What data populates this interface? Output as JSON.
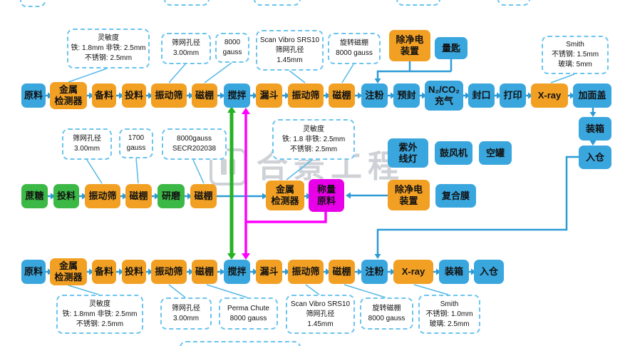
{
  "watermark": {
    "text": "合景工程"
  },
  "colors": {
    "orange": "#f2a024",
    "blue": "#3aa6de",
    "green": "#3cb846",
    "magenta": "#e800e8",
    "line_blue": "#2e9bd6",
    "line_green": "#25b325",
    "line_magenta": "#ff00ff",
    "callout_border": "#6cc4ee"
  },
  "flow": {
    "top": [
      {
        "label": "原料"
      },
      {
        "label": "金属\n检测器"
      },
      {
        "label": "备料"
      },
      {
        "label": "投料"
      },
      {
        "label": "振动筛"
      },
      {
        "label": "磁棚"
      },
      {
        "label": "搅拌"
      },
      {
        "label": "漏斗"
      },
      {
        "label": "振动筛"
      },
      {
        "label": "磁棚"
      },
      {
        "label": "注粉"
      },
      {
        "label": "预封"
      },
      {
        "label": "N₂/CO₂\n充气"
      },
      {
        "label": "封口"
      },
      {
        "label": "打印"
      },
      {
        "label": "X-ray"
      },
      {
        "label": "加面盖"
      }
    ],
    "top_right": [
      {
        "label": "装箱"
      },
      {
        "label": "入仓"
      }
    ],
    "top_aux": [
      {
        "label": "除净电\n装置"
      },
      {
        "label": "量匙"
      }
    ],
    "middle": [
      {
        "label": "蔗糖"
      },
      {
        "label": "投料"
      },
      {
        "label": "振动筛"
      },
      {
        "label": "磁棚"
      },
      {
        "label": "研磨"
      },
      {
        "label": "磁棚"
      },
      {
        "label": "金属\n检测器"
      },
      {
        "label": "称量\n原料"
      }
    ],
    "middle_right": [
      {
        "label": "紫外\n线灯"
      },
      {
        "label": "鼓风机"
      },
      {
        "label": "空罐"
      },
      {
        "label": "除净电\n装置"
      },
      {
        "label": "复合膜"
      }
    ],
    "bottom": [
      {
        "label": "原料"
      },
      {
        "label": "金属\n检测器"
      },
      {
        "label": "备料"
      },
      {
        "label": "投料"
      },
      {
        "label": "振动筛"
      },
      {
        "label": "磁棚"
      },
      {
        "label": "搅拌"
      },
      {
        "label": "漏斗"
      },
      {
        "label": "振动筛"
      },
      {
        "label": "磁棚"
      },
      {
        "label": "注粉"
      },
      {
        "label": "X-ray"
      },
      {
        "label": "装箱"
      },
      {
        "label": "入仓"
      }
    ]
  },
  "callouts": {
    "top": [
      "灵敏度\n铁: 1.8mm 非铁: 2.5mm\n不锈钢: 2.5mm",
      "筛网孔径\n3.00mm",
      "8000\ngauss",
      "Scan Vibro SRS10\n筛网孔径\n1.45mm",
      "旋转磁棚\n8000 gauss",
      "Smith\n不锈钢: 1.5mm\n玻璃: 5mm"
    ],
    "middle": [
      "筛网孔径\n3.00mm",
      "1700\ngauss",
      "8000gauss\nSECR202038",
      "灵敏度\n铁: 1.8 非铁: 2.5mm\n不锈钢: 2.5mm"
    ],
    "bottom": [
      "灵敏度\n铁: 1.8mm 非铁: 2.5mm\n不锈钢: 2.5mm",
      "筛网孔径\n3.00mm",
      "Perma Chute\n8000 gauss",
      "Scan Vibro SRS10\n筛网孔径\n1.45mm",
      "旋转磁棚\n8000 gauss",
      "Smith\n不锈钢: 1.0mm\n玻璃: 2.5mm"
    ]
  }
}
